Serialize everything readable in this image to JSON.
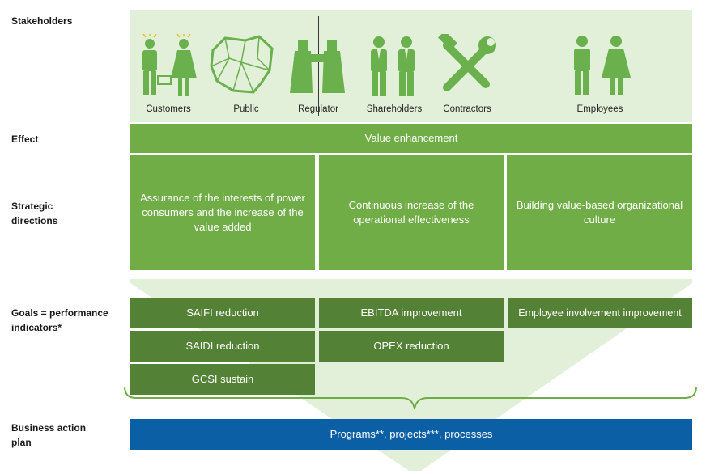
{
  "row_labels": {
    "stakeholders": "Stakeholders",
    "effect": "Effect",
    "strategic_line1": "Strategic",
    "strategic_line2": "directions",
    "goals_line1": "Goals = performance",
    "goals_line2": "indicators*",
    "action_line1": "Business action",
    "action_line2": "plan"
  },
  "stakeholders": [
    {
      "label": "Customers",
      "icon": "customers-icon"
    },
    {
      "label": "Public",
      "icon": "map-icon"
    },
    {
      "label": "Regulator",
      "icon": "binoculars-icon"
    },
    {
      "label": "Shareholders",
      "icon": "businessmen-icon"
    },
    {
      "label": "Contractors",
      "icon": "tools-icon"
    },
    {
      "label": "Employees",
      "icon": "employees-icon"
    }
  ],
  "effect": "Value  enhancement",
  "directions": [
    "Assurance of the interests of power consumers and the increase of the value added",
    "Continuous increase of the operational effectiveness",
    "Building value-based organizational culture"
  ],
  "goals": {
    "col1": [
      "SAIFI reduction",
      "SAIDI reduction",
      "GCSI sustain"
    ],
    "col2": [
      "EBITDA improvement",
      "OPEX reduction"
    ],
    "col3": [
      "Employee involvement improvement"
    ]
  },
  "action_plan": "Programs**, projects***, processes",
  "colors": {
    "stakeholder_bg": "#e2f0d9",
    "light_green": "#70ad47",
    "dark_green": "#538135",
    "icon_green": "#6ab04c",
    "arrow_green": "#e2f0d9",
    "blue": "#0b5fa5"
  }
}
